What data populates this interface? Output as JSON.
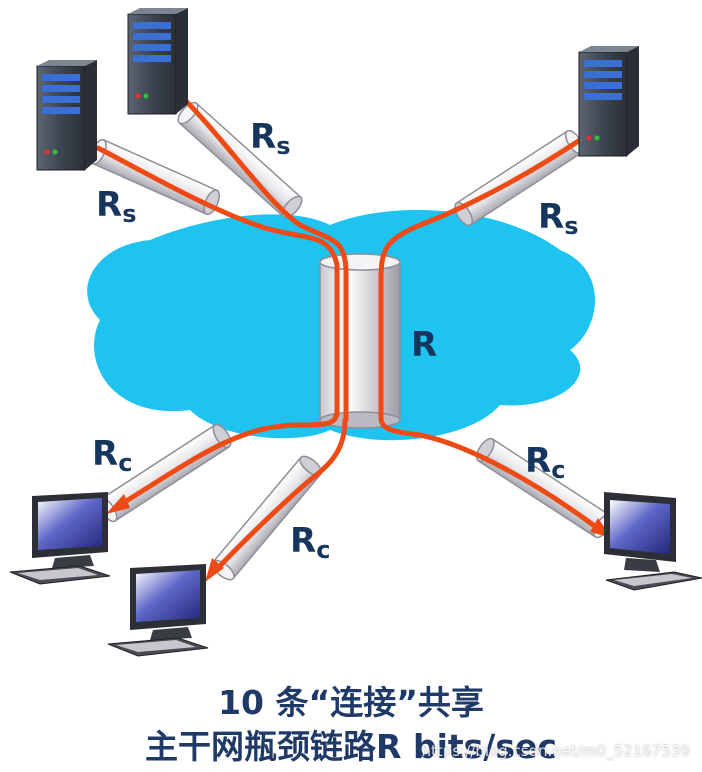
{
  "labels": {
    "rs_main": "R",
    "rs_sub": "s",
    "r_main": "R",
    "rc_main": "R",
    "rc_sub": "c"
  },
  "caption": {
    "line1": "10 条“连接”共享",
    "line2": "主干网瓶颈链路R bits/sec"
  },
  "watermark": "https://blog.csdn.net/m0_52167539",
  "colors": {
    "cloud": "#1ec3ef",
    "flow": "#ee4a15",
    "label": "#17365d",
    "caption": "#1f3a68"
  },
  "icons": {
    "server": "server-icon",
    "computer": "desktop-computer-icon"
  }
}
